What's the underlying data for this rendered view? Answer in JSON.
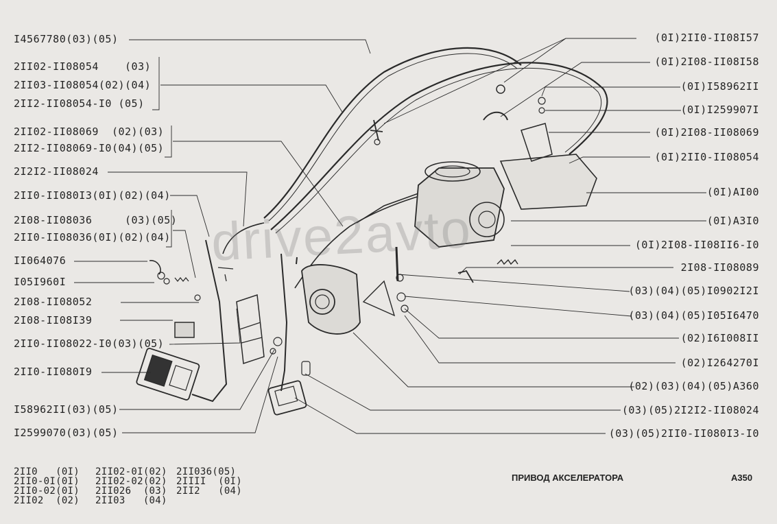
{
  "left_labels": [
    "I4567780(03)(05)",
    "2II02-II08054    (03)",
    "2II03-II08054(02)(04)",
    "2II2-II08054-I0 (05)",
    "2II02-II08069  (02)(03)",
    "2II2-II08069-I0(04)(05)",
    "2I2I2-II08024",
    "2II0-II080I3(0I)(02)(04)",
    "2I08-II08036     (03)(05)",
    "2II0-II08036(0I)(02)(04)",
    "II064076",
    "I05I960I",
    "2I08-II08052",
    "2I08-II08I39",
    "2II0-II08022-I0(03)(05)",
    "2II0-II080I9",
    "I58962II(03)(05)",
    "I2599070(03)(05)"
  ],
  "right_labels": [
    "(0I)2II0-II08I57",
    "(0I)2I08-II08I58",
    "(0I)I58962II",
    "(0I)I259907I",
    "(0I)2I08-II08069",
    "(0I)2II0-II08054",
    "(0I)AI00",
    "(0I)A3I0",
    "(0I)2I08-II08II6-I0",
    "2I08-II08089",
    "(03)(04)(05)I0902I2I",
    "(03)(04)(05)I05I6470",
    "(02)I6I008II",
    "(02)I264270I",
    "(02)(03)(04)(05)A360",
    "(03)(05)2I2I2-II08024",
    "(03)(05)2II0-II080I3-I0"
  ],
  "footer_columns": [
    [
      "2II0   (0I)",
      "2II0-0I(0I)",
      "2II0-02(0I)",
      "2II02  (02)"
    ],
    [
      "2II02-0I(02)",
      "2II02-02(02)",
      "2II026  (03)",
      "2II03   (04)"
    ],
    [
      "2II036(05)",
      "2IIII  (0I)",
      "2II2   (04)"
    ]
  ],
  "title": "ПРИВОД АКСЕЛЕРАТОРА",
  "page_code": "A350",
  "watermark": "drive2avto",
  "colors": {
    "background": "#eae8e5",
    "ink": "#222222",
    "watermark": "#9a9a9a"
  }
}
